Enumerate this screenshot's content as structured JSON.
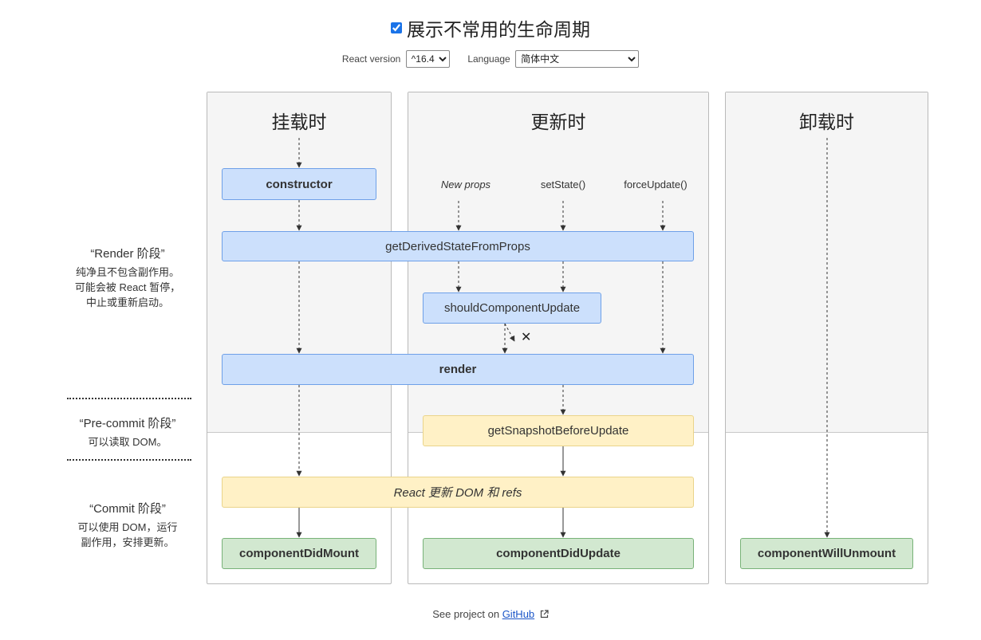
{
  "header": {
    "show_uncommon_label": "展示不常用的生命周期",
    "show_uncommon_checked": true,
    "react_version_label": "React version",
    "react_version_value": "^16.4",
    "language_label": "Language",
    "language_value": "简体中文"
  },
  "columns": {
    "mounting": "挂载时",
    "updating": "更新时",
    "unmounting": "卸载时"
  },
  "methods": {
    "constructor": "constructor",
    "getDerivedStateFromProps": "getDerivedStateFromProps",
    "shouldComponentUpdate": "shouldComponentUpdate",
    "render": "render",
    "getSnapshotBeforeUpdate": "getSnapshotBeforeUpdate",
    "reactUpdatesDom": "React 更新 DOM 和 refs",
    "componentDidMount": "componentDidMount",
    "componentDidUpdate": "componentDidUpdate",
    "componentWillUnmount": "componentWillUnmount"
  },
  "triggers": {
    "new_props": "New props",
    "set_state": "setState()",
    "force_update": "forceUpdate()"
  },
  "phases": {
    "render": {
      "title": "“Render 阶段”",
      "desc_line1": "纯净且不包含副作用。",
      "desc_line2": "可能会被 React 暂停，",
      "desc_line3": "中止或重新启动。"
    },
    "precommit": {
      "title": "“Pre-commit 阶段”",
      "desc_line1": "可以读取 DOM。"
    },
    "commit": {
      "title": "“Commit 阶段”",
      "desc_line1": "可以使用 DOM，运行",
      "desc_line2": "副作用，安排更新。"
    }
  },
  "skip_mark": "✕",
  "footer": {
    "prefix": "See project on",
    "link_text": "GitHub"
  },
  "colors": {
    "render_phase_bg": "#f5f5f5",
    "blue_box": "#cce0fc",
    "yellow_box": "#fff1c6",
    "green_box": "#d2e8d0"
  }
}
